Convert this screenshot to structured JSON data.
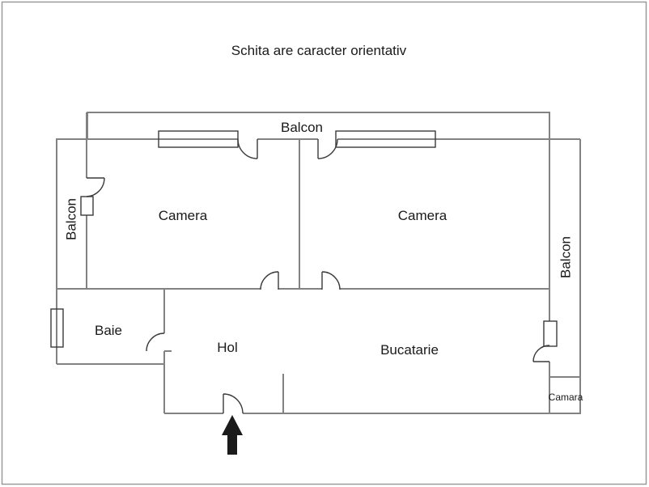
{
  "title": "Schita are caracter orientativ",
  "labels": {
    "balcon_top": "Balcon",
    "balcon_left": "Balcon",
    "balcon_right": "Balcon",
    "camera_left": "Camera",
    "camera_right": "Camera",
    "baie": "Baie",
    "hol": "Hol",
    "bucatarie": "Bucatarie",
    "camara": "Camara"
  },
  "rooms": [
    {
      "name": "Balcon",
      "position": "top"
    },
    {
      "name": "Balcon",
      "position": "left"
    },
    {
      "name": "Balcon",
      "position": "right"
    },
    {
      "name": "Camera",
      "position": "top-left"
    },
    {
      "name": "Camera",
      "position": "top-right"
    },
    {
      "name": "Baie",
      "position": "middle-left"
    },
    {
      "name": "Hol",
      "position": "bottom-middle"
    },
    {
      "name": "Bucatarie",
      "position": "bottom-right"
    },
    {
      "name": "Camara",
      "position": "bottom-right-corner"
    }
  ],
  "icons": {
    "entrance_arrow": "up-arrow"
  },
  "colors": {
    "background": "#ffffff",
    "wall": "#828282",
    "door_window": "#3a3a3a",
    "text": "#1a1a1a",
    "frame": "#9a9a9a",
    "arrow": "#1a1a1a"
  }
}
